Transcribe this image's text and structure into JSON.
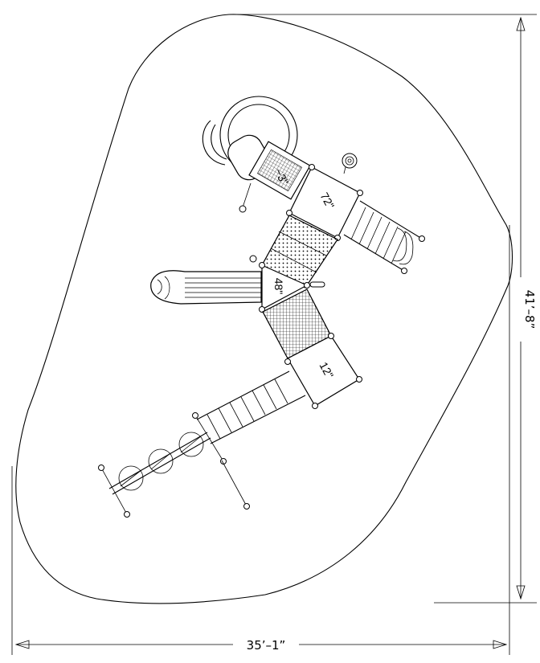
{
  "dimensions": {
    "width_label": "35’–1”",
    "height_label": "41’–8”"
  },
  "decks": {
    "deck_72": "72\"",
    "deck_48": "48\"",
    "deck_12": "12\"",
    "deck_top_small": "−3\""
  }
}
